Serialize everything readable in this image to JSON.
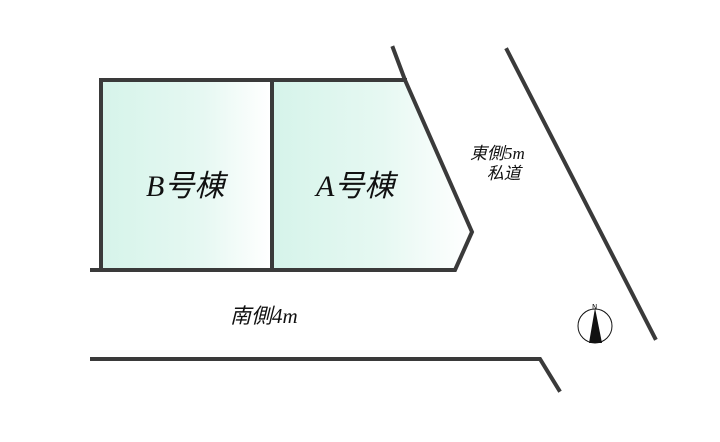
{
  "diagram": {
    "type": "site-plan",
    "lots": [
      {
        "id": "B",
        "label": "B号棟"
      },
      {
        "id": "A",
        "label": "A号棟"
      }
    ],
    "roads": {
      "south": {
        "label": "南側4m"
      },
      "east": {
        "line1": "東側5m",
        "line2": "私道"
      }
    },
    "compass": {
      "icon": "north-arrow-icon",
      "letter": "N"
    },
    "colors": {
      "outline": "#3a3a3a",
      "lot_fill_start": "#d6f4ea",
      "lot_fill_end": "#ffffff",
      "text": "#111111"
    }
  }
}
